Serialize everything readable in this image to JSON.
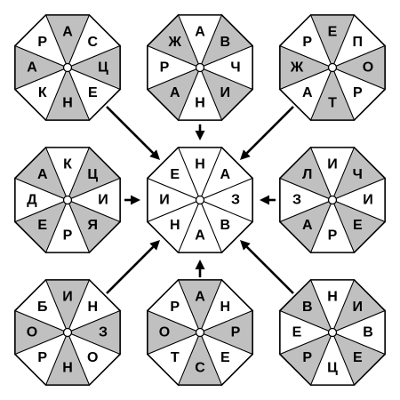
{
  "puzzle": {
    "center": {
      "id": "center",
      "segments": [
        {
          "letter": "Н",
          "shade": "white"
        },
        {
          "letter": "А",
          "shade": "white"
        },
        {
          "letter": "З",
          "shade": "white"
        },
        {
          "letter": "В",
          "shade": "white"
        },
        {
          "letter": "А",
          "shade": "white"
        },
        {
          "letter": "Н",
          "shade": "white"
        },
        {
          "letter": "И",
          "shade": "white"
        },
        {
          "letter": "Е",
          "shade": "white"
        }
      ]
    },
    "outer": [
      {
        "id": "top-left",
        "segments": [
          {
            "letter": "А",
            "shade": "grey"
          },
          {
            "letter": "С",
            "shade": "white"
          },
          {
            "letter": "Ц",
            "shade": "grey"
          },
          {
            "letter": "Е",
            "shade": "white"
          },
          {
            "letter": "Н",
            "shade": "grey"
          },
          {
            "letter": "К",
            "shade": "white"
          },
          {
            "letter": "А",
            "shade": "grey"
          },
          {
            "letter": "Р",
            "shade": "white"
          }
        ]
      },
      {
        "id": "top",
        "segments": [
          {
            "letter": "А",
            "shade": "white"
          },
          {
            "letter": "В",
            "shade": "grey"
          },
          {
            "letter": "Ч",
            "shade": "white"
          },
          {
            "letter": "И",
            "shade": "grey"
          },
          {
            "letter": "Н",
            "shade": "white"
          },
          {
            "letter": "А",
            "shade": "grey"
          },
          {
            "letter": "Р",
            "shade": "white"
          },
          {
            "letter": "Ж",
            "shade": "grey"
          }
        ]
      },
      {
        "id": "top-right",
        "segments": [
          {
            "letter": "Е",
            "shade": "grey"
          },
          {
            "letter": "П",
            "shade": "white"
          },
          {
            "letter": "О",
            "shade": "grey"
          },
          {
            "letter": "Р",
            "shade": "white"
          },
          {
            "letter": "Т",
            "shade": "grey"
          },
          {
            "letter": "А",
            "shade": "white"
          },
          {
            "letter": "Ж",
            "shade": "grey"
          },
          {
            "letter": "Р",
            "shade": "white"
          }
        ]
      },
      {
        "id": "left",
        "segments": [
          {
            "letter": "К",
            "shade": "white"
          },
          {
            "letter": "Ц",
            "shade": "grey"
          },
          {
            "letter": "И",
            "shade": "white"
          },
          {
            "letter": "Я",
            "shade": "grey"
          },
          {
            "letter": "Р",
            "shade": "white"
          },
          {
            "letter": "Е",
            "shade": "grey"
          },
          {
            "letter": "Д",
            "shade": "white"
          },
          {
            "letter": "А",
            "shade": "grey"
          }
        ]
      },
      {
        "id": "right",
        "segments": [
          {
            "letter": "И",
            "shade": "white"
          },
          {
            "letter": "Ч",
            "shade": "grey"
          },
          {
            "letter": "И",
            "shade": "white"
          },
          {
            "letter": "Е",
            "shade": "grey"
          },
          {
            "letter": "Р",
            "shade": "white"
          },
          {
            "letter": "А",
            "shade": "grey"
          },
          {
            "letter": "З",
            "shade": "white"
          },
          {
            "letter": "Л",
            "shade": "grey"
          }
        ]
      },
      {
        "id": "bottom-left",
        "segments": [
          {
            "letter": "И",
            "shade": "grey"
          },
          {
            "letter": "Н",
            "shade": "white"
          },
          {
            "letter": "З",
            "shade": "grey"
          },
          {
            "letter": "О",
            "shade": "white"
          },
          {
            "letter": "Н",
            "shade": "grey"
          },
          {
            "letter": "Р",
            "shade": "white"
          },
          {
            "letter": "О",
            "shade": "grey"
          },
          {
            "letter": "Б",
            "shade": "white"
          }
        ]
      },
      {
        "id": "bottom",
        "segments": [
          {
            "letter": "А",
            "shade": "grey"
          },
          {
            "letter": "Н",
            "shade": "white"
          },
          {
            "letter": "Р",
            "shade": "grey"
          },
          {
            "letter": "Е",
            "shade": "white"
          },
          {
            "letter": "С",
            "shade": "grey"
          },
          {
            "letter": "Т",
            "shade": "white"
          },
          {
            "letter": "О",
            "shade": "grey"
          },
          {
            "letter": "Р",
            "shade": "white"
          }
        ]
      },
      {
        "id": "bottom-right",
        "segments": [
          {
            "letter": "Н",
            "shade": "white"
          },
          {
            "letter": "И",
            "shade": "grey"
          },
          {
            "letter": "В",
            "shade": "white"
          },
          {
            "letter": "Е",
            "shade": "grey"
          },
          {
            "letter": "Ц",
            "shade": "white"
          },
          {
            "letter": "Р",
            "shade": "grey"
          },
          {
            "letter": "Е",
            "shade": "white"
          },
          {
            "letter": "В",
            "shade": "grey"
          }
        ]
      }
    ]
  }
}
